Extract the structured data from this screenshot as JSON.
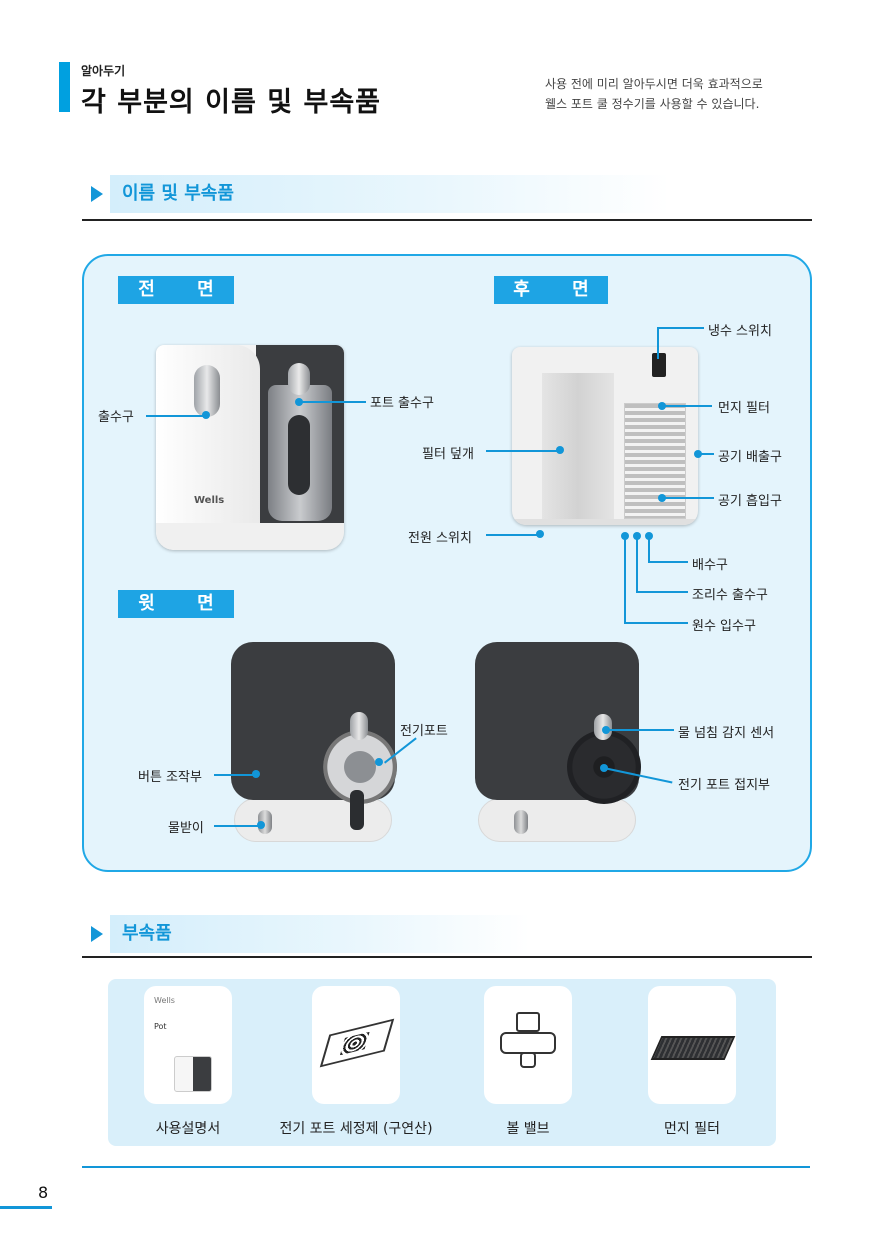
{
  "header": {
    "kicker": "알아두기",
    "title": "각 부분의 이름 및 부속품",
    "intro_line1": "사용 전에 미리 알아두시면 더욱 효과적으로",
    "intro_line2": "웰스 포트 쿨 정수기를 사용할 수 있습니다."
  },
  "section1": {
    "title": "이름 및 부속품"
  },
  "views": {
    "front": "전 면",
    "back": "후 면",
    "top": "윗 면"
  },
  "labels": {
    "dispenser": "출수구",
    "pot_outlet": "포트 출수구",
    "filter_cover": "필터 덮개",
    "power_switch": "전원 스위치",
    "cold_switch": "냉수 스위치",
    "dust_filter": "먼지 필터",
    "air_outlet": "공기 배출구",
    "air_inlet": "공기 흡입구",
    "drain": "배수구",
    "cooking_outlet": "조리수 출수구",
    "raw_inlet": "원수 입수구",
    "electric_pot": "전기포트",
    "button_panel": "버튼 조작부",
    "drip_tray": "물받이",
    "overflow_sensor": "물 넘침 감지 센서",
    "pot_contact": "전기 포트 접지부"
  },
  "device_text": {
    "brand": "Wells"
  },
  "section2": {
    "title": "부속품"
  },
  "accessories": [
    {
      "label": "사용설명서",
      "icon": "manual-icon"
    },
    {
      "label": "전기 포트 세정제 (구연산)",
      "icon": "cleaner-box-icon"
    },
    {
      "label": "볼 밸브",
      "icon": "ball-valve-icon"
    },
    {
      "label": "먼지 필터",
      "icon": "dust-filter-icon"
    }
  ],
  "manual_text": {
    "brand": "Wells",
    "product": "Pot"
  },
  "page_number": "8",
  "colors": {
    "accent": "#1296d8",
    "panel_bg": "#e4f4fc",
    "device_dark": "#3b3d40"
  }
}
